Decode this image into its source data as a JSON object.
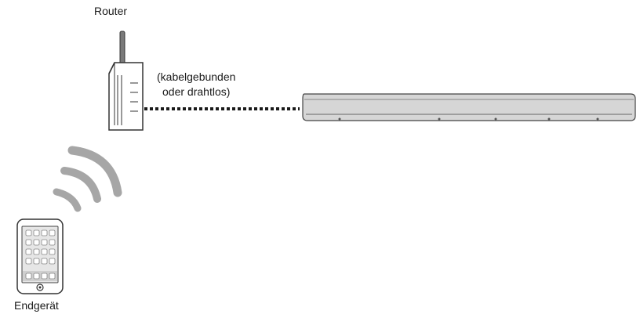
{
  "labels": {
    "router": "Router",
    "connection_line1": "(kabelgebunden",
    "connection_line2": "oder drahtlos)",
    "device": "Endgerät"
  }
}
